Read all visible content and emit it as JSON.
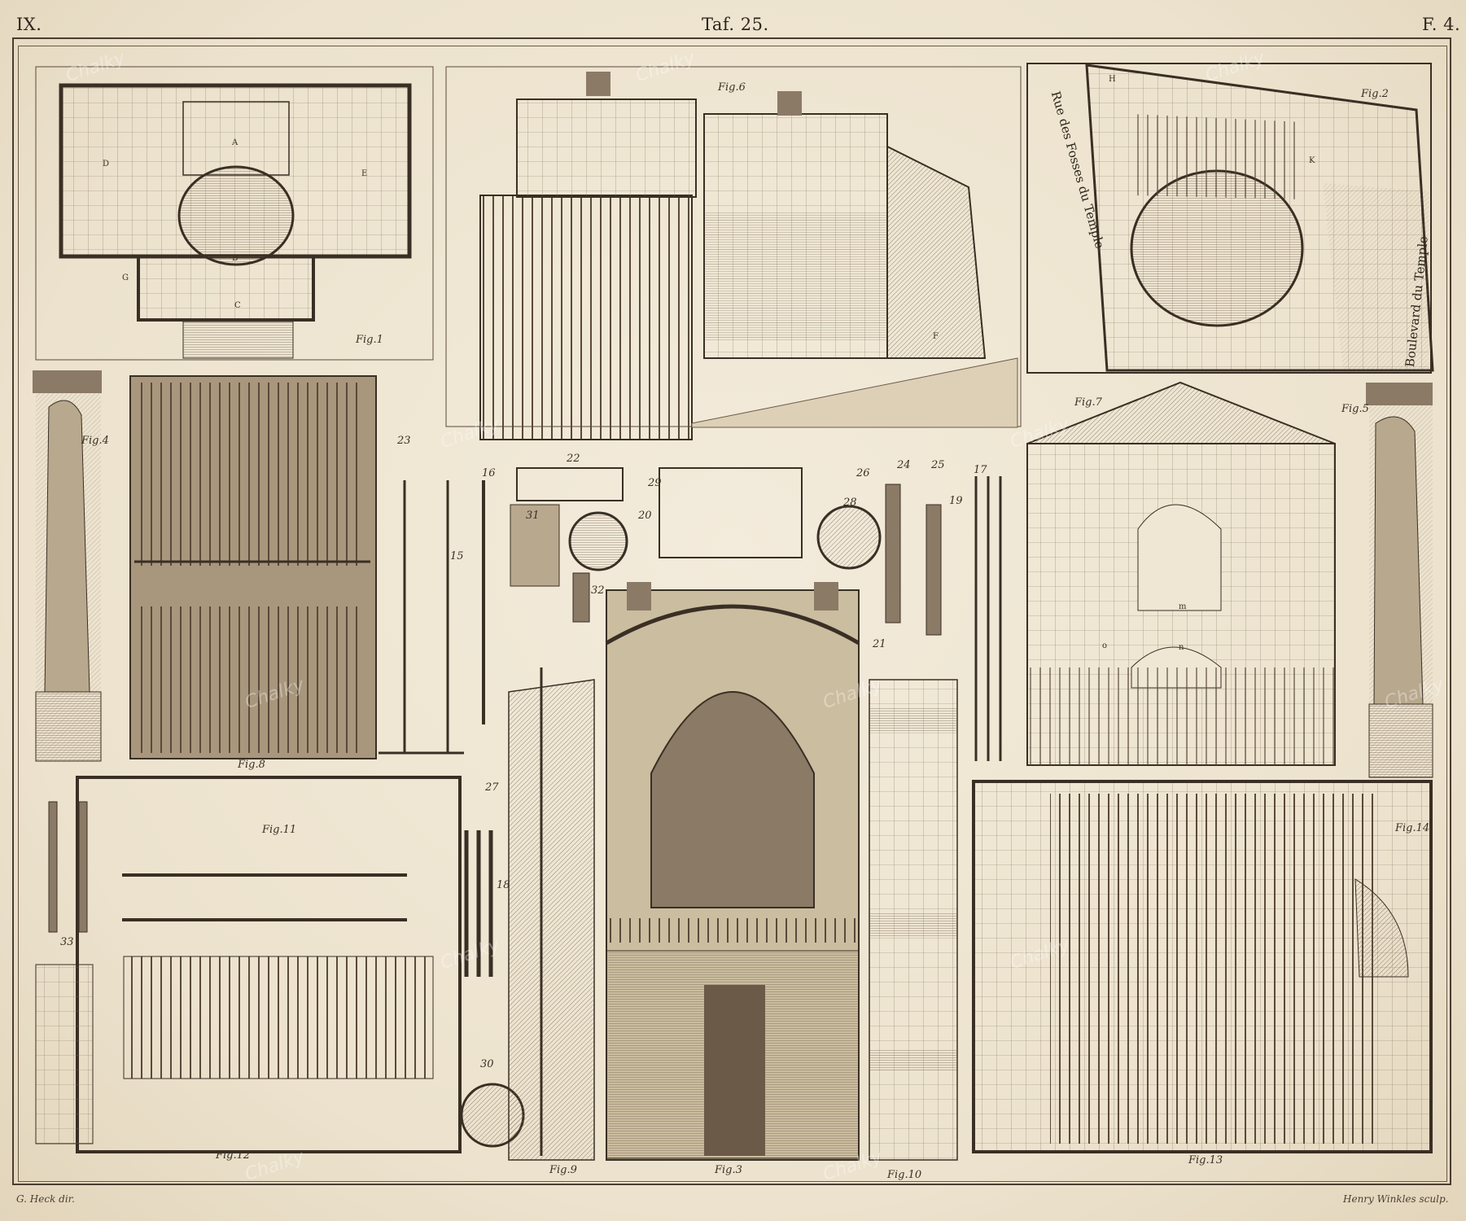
{
  "header": {
    "left": "IX.",
    "center": "Taf. 25.",
    "right": "F. 4."
  },
  "credits": {
    "left": "G. Heck dir.",
    "right": "Henry Winkles sculp."
  },
  "figures": {
    "fig1": "Fig.1",
    "fig2": "Fig.2",
    "fig3": "Fig.3",
    "fig4": "Fig.4",
    "fig5": "Fig.5",
    "fig6": "Fig.6",
    "fig7": "Fig.7",
    "fig8": "Fig.8",
    "fig9": "Fig.9",
    "fig10": "Fig.10",
    "fig11": "Fig.11",
    "fig12": "Fig.12",
    "fig13": "Fig.13",
    "fig14": "Fig.14"
  },
  "numbers": [
    "15",
    "16",
    "17",
    "18",
    "19",
    "20",
    "21",
    "22",
    "23",
    "24",
    "25",
    "26",
    "27",
    "28",
    "29",
    "30",
    "31",
    "32",
    "33"
  ],
  "streets": {
    "fosses": "Rue des Fosses du Temple",
    "boulevard": "Boulevard du Temple"
  },
  "letters": {
    "A": "A",
    "B": "B",
    "C": "C",
    "D": "D",
    "E": "E",
    "F": "F",
    "G": "G",
    "H": "H",
    "K": "K",
    "m": "m",
    "n": "n",
    "o": "o"
  },
  "watermark": "Chalky"
}
